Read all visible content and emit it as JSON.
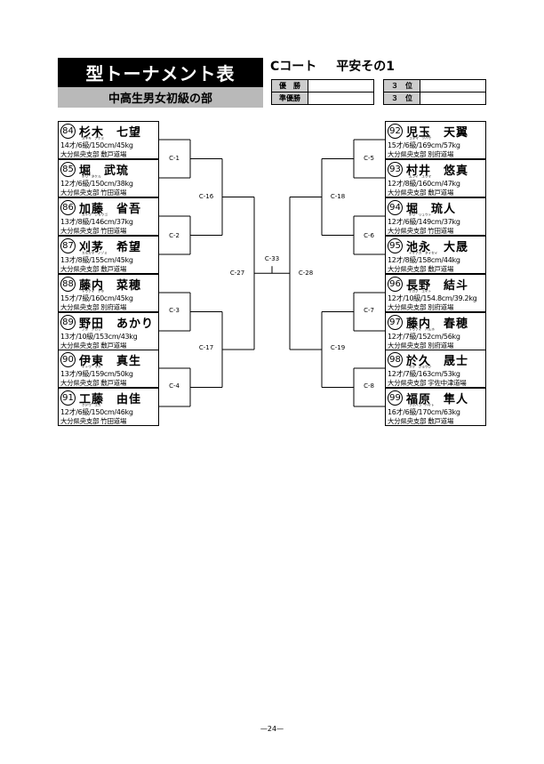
{
  "header": {
    "title": "型トーナメント表",
    "subtitle": "中高生男女初級の部",
    "court": "Cコート",
    "kata": "平安その1"
  },
  "results": {
    "winner_label": "優　勝",
    "runnerup_label": "準優勝",
    "third_label_1": "３　位",
    "third_label_2": "３　位"
  },
  "players_left": [
    {
      "num": "84",
      "name": "杉木　七望",
      "kana": "スギキ　ナナミ",
      "info": "14才/6級/150cm/45kg",
      "dojo": "大分県央支部 敷戸道場"
    },
    {
      "num": "85",
      "name": "堀　武琉",
      "kana": "ホリ　タケル",
      "info": "12才/6級/150cm/38kg",
      "dojo": "大分県央支部 竹田道場"
    },
    {
      "num": "86",
      "name": "加藤　省吾",
      "kana": "カトウ　ショウゴ",
      "info": "13才/8級/146cm/37kg",
      "dojo": "大分県央支部 竹田道場"
    },
    {
      "num": "87",
      "name": "刈茅　希望",
      "kana": "カルカヤ　ノゾミ",
      "info": "13才/8級/155cm/45kg",
      "dojo": "大分県央支部 敷戸道場"
    },
    {
      "num": "88",
      "name": "藤内　菜穂",
      "kana": "トウナイ　ナホ",
      "info": "15才/7級/160cm/45kg",
      "dojo": "大分県央支部 別府道場"
    },
    {
      "num": "89",
      "name": "野田　あかり",
      "kana": "ノダ　アカリ",
      "info": "13才/10級/153cm/43kg",
      "dojo": "大分県央支部 敷戸道場"
    },
    {
      "num": "90",
      "name": "伊東　真生",
      "kana": "イトウ　マオ",
      "info": "13才/9級/159cm/50kg",
      "dojo": "大分県央支部 敷戸道場"
    },
    {
      "num": "91",
      "name": "工藤　由佳",
      "kana": "クドウ　ユカ",
      "info": "12才/6級/150cm/46kg",
      "dojo": "大分県央支部 竹田道場"
    }
  ],
  "players_right": [
    {
      "num": "92",
      "name": "児玉　天翼",
      "kana": "コダマ　ツバサ",
      "info": "15才/6級/169cm/57kg",
      "dojo": "大分県央支部 別府道場"
    },
    {
      "num": "93",
      "name": "村井　悠真",
      "kana": "ムライ　ユウマ",
      "info": "12才/8級/160cm/47kg",
      "dojo": "大分県央支部 敷戸道場"
    },
    {
      "num": "94",
      "name": "堀　琉人",
      "kana": "ホリ　リュウト",
      "info": "12才/6級/149cm/37kg",
      "dojo": "大分県央支部 竹田道場"
    },
    {
      "num": "95",
      "name": "池永　大晟",
      "kana": "イケナガ　タイセイ",
      "info": "12才/8級/158cm/44kg",
      "dojo": "大分県央支部 敷戸道場"
    },
    {
      "num": "96",
      "name": "長野　結斗",
      "kana": "ナガノ　ユイト",
      "info": "12才/10級/154.8cm/39.2kg",
      "dojo": "大分県央支部 別府道場"
    },
    {
      "num": "97",
      "name": "藤内　春穂",
      "kana": "トウナイ　ハルホ",
      "info": "12才/7級/152cm/56kg",
      "dojo": "大分県央支部 別府道場"
    },
    {
      "num": "98",
      "name": "於久　晟士",
      "kana": "オク　ジョウジ",
      "info": "12才/7級/163cm/53kg",
      "dojo": "大分県央支部 宇佐中津道場"
    },
    {
      "num": "99",
      "name": "福原　隼人",
      "kana": "フクハラ　ハヤト",
      "info": "16才/6級/170cm/63kg",
      "dojo": "大分県央支部 敷戸道場"
    }
  ],
  "match_labels": {
    "c1": "C-1",
    "c2": "C-2",
    "c3": "C-3",
    "c4": "C-4",
    "c5": "C-5",
    "c6": "C-6",
    "c7": "C-7",
    "c8": "C-8",
    "c16": "C-16",
    "c17": "C-17",
    "c18": "C-18",
    "c19": "C-19",
    "c27": "C-27",
    "c28": "C-28",
    "c33": "C-33"
  },
  "page_number": "—24—"
}
